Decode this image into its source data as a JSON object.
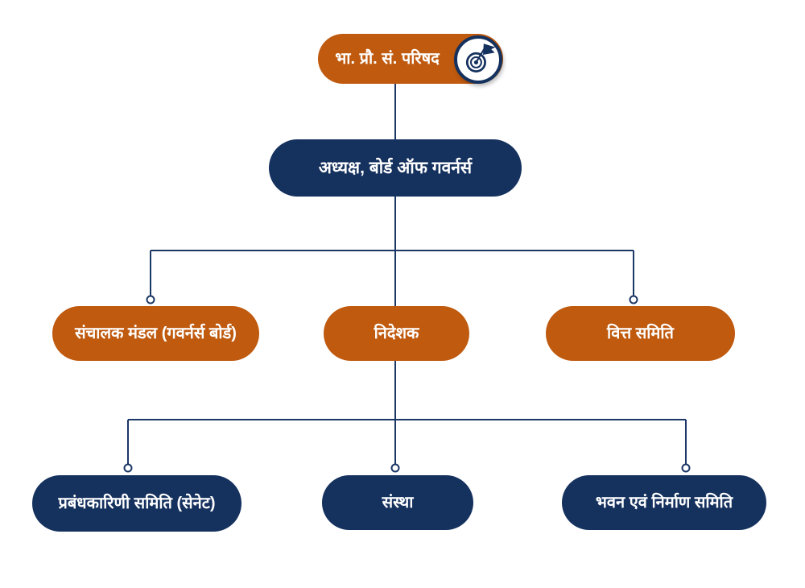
{
  "theme": {
    "orange": "#BF5A0F",
    "navy": "#15315E",
    "line": "#1B3765",
    "text": "#FFFFFF"
  },
  "icons": {
    "badge": "target-flag-icon"
  },
  "nodes": {
    "root": {
      "label": "भा. प्रौ. सं. परिषद"
    },
    "chairman": {
      "label": "अध्यक्ष, बोर्ड ऑफ गवर्नर्स"
    },
    "level2": [
      {
        "label": "संचालक मंडल (गवर्नर्स बोर्ड)"
      },
      {
        "label": "निदेशक"
      },
      {
        "label": "वित्त समिति"
      }
    ],
    "level3": [
      {
        "label": "प्रबंधकारिणी समिति (सेनेट)"
      },
      {
        "label": "संस्था"
      },
      {
        "label": "भवन एवं निर्माण समिति"
      }
    ]
  }
}
